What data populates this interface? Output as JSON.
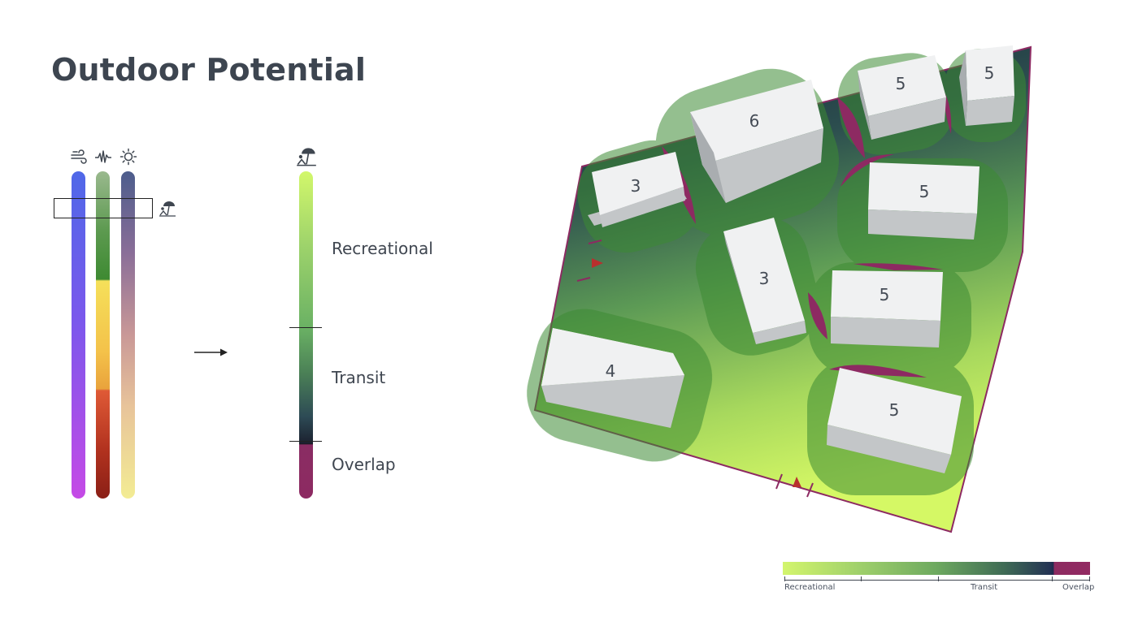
{
  "title": "Outdoor Potential",
  "icons": {
    "wind": "wind-icon",
    "noise": "noise-wave-icon",
    "sun": "sun-icon",
    "outdoor": "beach-umbrella-icon"
  },
  "legend": {
    "zones": [
      "Recreational",
      "Transit",
      "Overlap"
    ]
  },
  "scale": {
    "labels": [
      "Recreational",
      "Transit",
      "Overlap"
    ]
  },
  "buildings": [
    {
      "storeys": "3"
    },
    {
      "storeys": "6"
    },
    {
      "storeys": "5"
    },
    {
      "storeys": "5"
    },
    {
      "storeys": "5"
    },
    {
      "storeys": "3"
    },
    {
      "storeys": "5"
    },
    {
      "storeys": "4"
    },
    {
      "storeys": "5"
    }
  ],
  "colors": {
    "recreational": "#d2f76b",
    "transit": "#1c2230",
    "overlap": "#8d2a62",
    "title": "#3d4550"
  }
}
